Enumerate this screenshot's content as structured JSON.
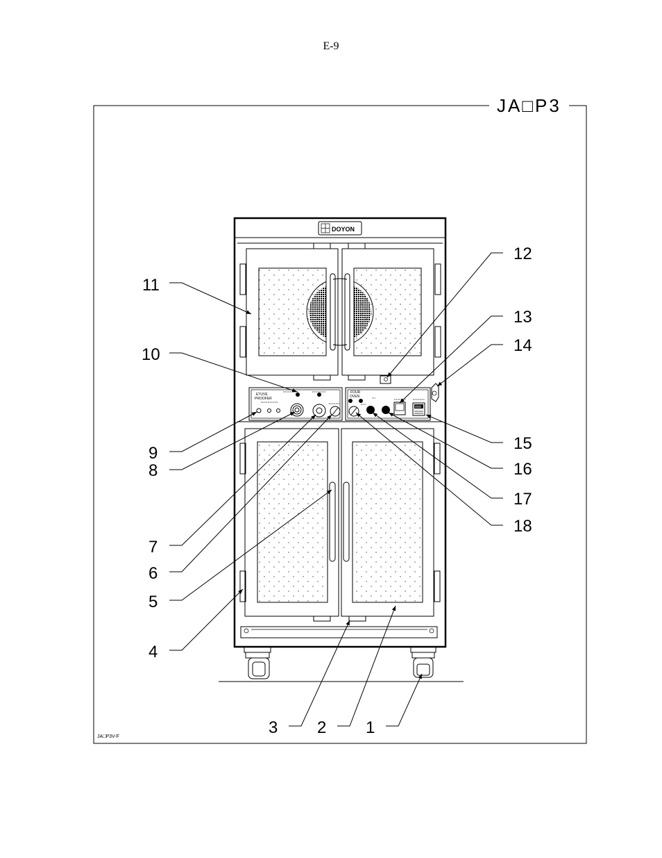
{
  "page": {
    "number": "E-9"
  },
  "diagram": {
    "frame_title": "JA□P3",
    "drawing_code": "JA□P3V-F",
    "brand_label": "DOYON",
    "panels": {
      "left_title_1": "ETUVE",
      "left_title_2": "PROOFER",
      "right_title_1": "FOUR",
      "right_title_2": "OVEN",
      "display_value": "888"
    },
    "callouts": [
      "1",
      "2",
      "3",
      "4",
      "5",
      "6",
      "7",
      "8",
      "9",
      "10",
      "11",
      "12",
      "13",
      "14",
      "15",
      "16",
      "17",
      "18"
    ]
  }
}
